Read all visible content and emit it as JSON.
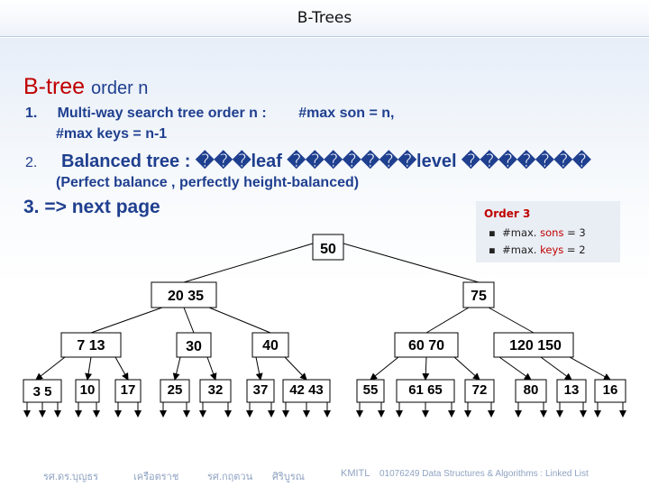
{
  "header": {
    "title": "B-Trees"
  },
  "heading": {
    "main": "B-tree",
    "sub": "order n"
  },
  "items": {
    "n1": "1.",
    "i1a": "Multi-way search tree",
    "i1b": "order n :",
    "i1c": "#max son = n,",
    "i1d": "#max keys = n-1",
    "n2": "2.",
    "i2": "Balanced tree : ���leaf �������level �������",
    "i2b": "(Perfect balance , perfectly height-balanced)",
    "i3": "3.  => next page"
  },
  "order_box": {
    "title": "Order 3",
    "line1_prefix": "#max.",
    "line1_key": "sons",
    "line1_value": "= 3",
    "line2_prefix": "#max.",
    "line2_key": "keys",
    "line2_value": "= 2"
  },
  "tree": {
    "root": "50",
    "level1": [
      "20 35",
      "75"
    ],
    "level2": [
      "7 13",
      "30",
      "40",
      "60 70",
      "120 150"
    ],
    "leaves": [
      "3 5",
      "10",
      "17",
      "25",
      "32",
      "37",
      "42 43",
      "55",
      "61 65",
      "72",
      "80",
      "13",
      "16"
    ]
  },
  "footer": {
    "author1": "รศ.ดร.บุญธร",
    "author2": "เครือตราช",
    "author3": "รศ.กฤตวน",
    "author4": "ศิริบูรณ",
    "org": "KMITL",
    "course": "01076249 Data Structures & Algorithms : Linked List"
  }
}
